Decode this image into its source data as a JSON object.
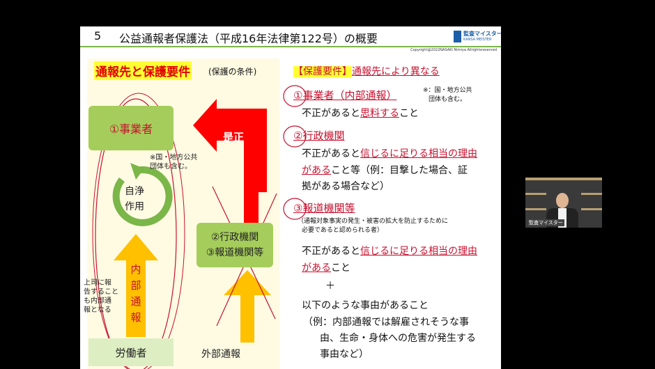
{
  "slide": {
    "number": "5",
    "title": "公益通報者保護法（平成16年法律第122号）の概要",
    "logo_text": "監査マイスター",
    "logo_sub": "KANSA MEISTER",
    "copyright": "Copyright@2022NASAKI Nimiya Allrightsreserved"
  },
  "left": {
    "heading": "通報先と保護要件",
    "heading_sub": "(保護の条件)",
    "box_business": "①事業者",
    "box_admin_1": "②行政機関",
    "box_admin_2": "③報道機関等",
    "note_gov": [
      "※国・地方公共",
      "団体も含む。"
    ],
    "self_cleaning": [
      "自浄",
      "作用"
    ],
    "internal_report": [
      "内",
      "部",
      "通",
      "報"
    ],
    "note_boss": [
      "上司に報",
      "告すること",
      "も内部通",
      "報となる"
    ],
    "worker": "労働者",
    "external_report": "外部通報",
    "correction": "是正"
  },
  "right": {
    "heading_tag": "【保護要件】",
    "heading_rest": "通報先により異なる",
    "item1": "①事業者（内部通報）",
    "item1_note": [
      "※：国・地方公共",
      "団体も含む。"
    ],
    "item1_body_a": "不正があると",
    "item1_body_b": "思料する",
    "item1_body_c": "こと",
    "item2": "②行政機関",
    "item2_body_a": "不正があると",
    "item2_body_b": "信じるに足りる相当の理由",
    "item2_body_c": "がある",
    "item2_body_d": "こと等（例：目撃した場合、証",
    "item2_body_e": "拠がある場合など）",
    "item3": "③報道機関等",
    "item3_note": [
      "（通報対象事実の発生・被害の拡大を防止するために",
      "必要であると認められる者）"
    ],
    "item3_body_a": "不正があると",
    "item3_body_b": "信じるに足りる相当の理由",
    "item3_body_c": "がある",
    "item3_body_d": "こと",
    "plus": "＋",
    "reason_intro": "以下のような事由があること",
    "reason_1": "（例：内部通報では解雇されそうな事",
    "reason_2": "由、生命・身体への危害が発生する",
    "reason_3": "事由など）"
  },
  "webcam": {
    "label": "監査マイスター"
  },
  "colors": {
    "accent_red": "#c8102e",
    "highlight_yellow": "#ffff33",
    "green_box": "#a5cd5b",
    "arrow_orange": "#ffc000",
    "arrow_red": "#ff0000"
  }
}
